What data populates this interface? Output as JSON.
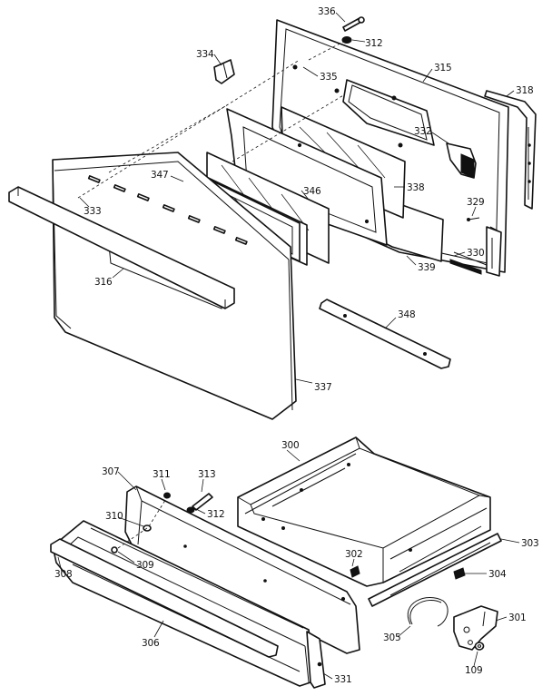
{
  "callouts": {
    "c336": "336",
    "c312a": "312",
    "c334": "334",
    "c335": "335",
    "c315": "315",
    "c318": "318",
    "c332": "332",
    "c347": "347",
    "c346": "346",
    "c338": "338",
    "c329": "329",
    "c333": "333",
    "c330": "330",
    "c339": "339",
    "c316": "316",
    "c348": "348",
    "c337": "337",
    "c300": "300",
    "c307": "307",
    "c311": "311",
    "c313": "313",
    "c310": "310",
    "c312b": "312",
    "c303": "303",
    "c302": "302",
    "c308": "308",
    "c309": "309",
    "c304": "304",
    "c305": "305",
    "c301": "301",
    "c306": "306",
    "c109": "109",
    "c331": "331"
  }
}
